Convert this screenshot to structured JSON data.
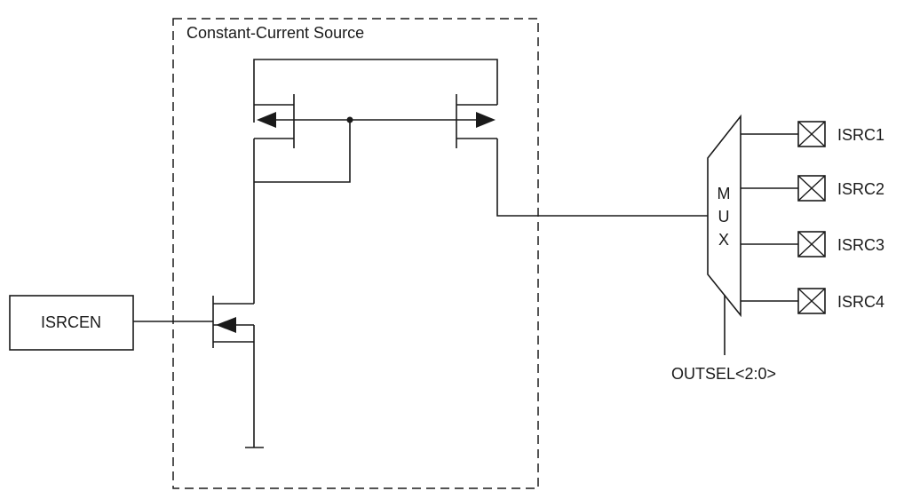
{
  "diagram": {
    "box_title": "Constant-Current Source",
    "enable_block": "ISRCEN",
    "mux_label": [
      "M",
      "U",
      "X"
    ],
    "select_label": "OUTSEL<2:0>",
    "outputs": [
      "ISRC1",
      "ISRC2",
      "ISRC3",
      "ISRC4"
    ]
  }
}
